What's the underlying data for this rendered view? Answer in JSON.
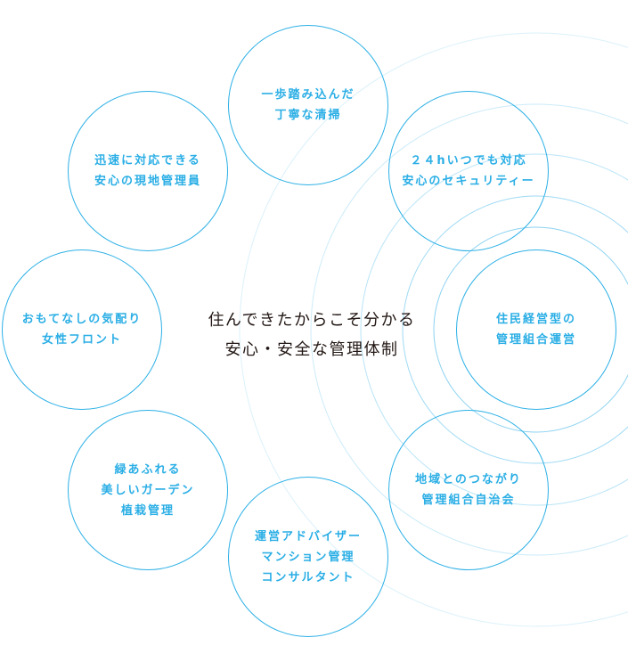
{
  "center": {
    "line1": "住んできたからこそ分かる",
    "line2": "安心・安全な管理体制"
  },
  "nodes": [
    {
      "id": "top",
      "lines": [
        "一歩踏み込んだ",
        "丁寧な清掃"
      ]
    },
    {
      "id": "top-right",
      "lines": [
        "２４hいつでも対応",
        "安心のセキュリティー"
      ]
    },
    {
      "id": "right",
      "lines": [
        "住民経営型の",
        "管理組合運営"
      ]
    },
    {
      "id": "bottom-right",
      "lines": [
        "地域とのつながり",
        "管理組合自治会"
      ]
    },
    {
      "id": "bottom",
      "lines": [
        "運営アドバイザー",
        "マンション管理",
        "コンサルタント"
      ]
    },
    {
      "id": "bottom-left",
      "lines": [
        "緑あふれる",
        "美しいガーデン",
        "植栽管理"
      ]
    },
    {
      "id": "left",
      "lines": [
        "おもてなしの気配り",
        "女性フロント"
      ]
    },
    {
      "id": "top-left",
      "lines": [
        "迅速に対応できる",
        "安心の現地管理員"
      ]
    }
  ],
  "colors": {
    "accent": "#2aaee5",
    "ring": "#7fcdf0",
    "text": "#231815"
  }
}
